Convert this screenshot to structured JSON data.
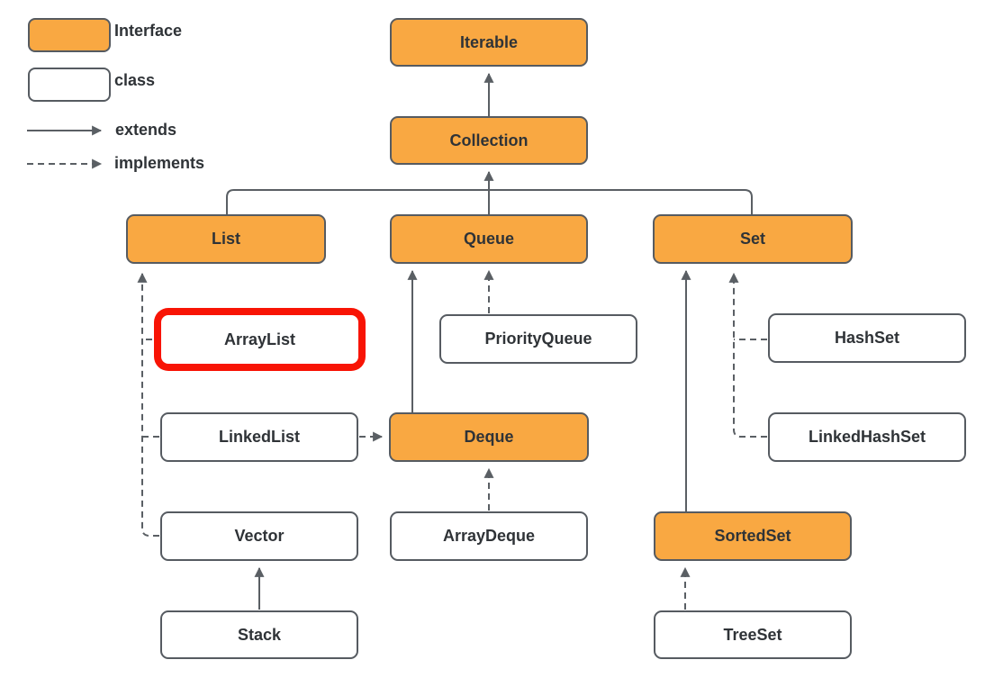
{
  "legend": {
    "interface_label": "Interface",
    "class_label": "class",
    "extends_label": "extends",
    "implements_label": "implements"
  },
  "colors": {
    "interface_fill": "#F9A842",
    "class_fill": "#FFFFFF",
    "border": "#565B61",
    "connector": "#5A5F64",
    "text": "#2F3337",
    "highlight": "#F81405",
    "bg": "#FFFFFF"
  },
  "nodes": {
    "iterable": {
      "label": "Iterable",
      "type": "interface",
      "highlighted": false
    },
    "collection": {
      "label": "Collection",
      "type": "interface",
      "highlighted": false
    },
    "list": {
      "label": "List",
      "type": "interface",
      "highlighted": false
    },
    "queue": {
      "label": "Queue",
      "type": "interface",
      "highlighted": false
    },
    "set": {
      "label": "Set",
      "type": "interface",
      "highlighted": false
    },
    "arraylist": {
      "label": "ArrayList",
      "type": "class",
      "highlighted": true
    },
    "priorityqueue": {
      "label": "PriorityQueue",
      "type": "class",
      "highlighted": false
    },
    "hashset": {
      "label": "HashSet",
      "type": "class",
      "highlighted": false
    },
    "linkedlist": {
      "label": "LinkedList",
      "type": "class",
      "highlighted": false
    },
    "deque": {
      "label": "Deque",
      "type": "interface",
      "highlighted": false
    },
    "linkedhashset": {
      "label": "LinkedHashSet",
      "type": "class",
      "highlighted": false
    },
    "vector": {
      "label": "Vector",
      "type": "class",
      "highlighted": false
    },
    "arraydeque": {
      "label": "ArrayDeque",
      "type": "class",
      "highlighted": false
    },
    "sortedset": {
      "label": "SortedSet",
      "type": "interface",
      "highlighted": false
    },
    "stack": {
      "label": "Stack",
      "type": "class",
      "highlighted": false
    },
    "treeset": {
      "label": "TreeSet",
      "type": "class",
      "highlighted": false
    }
  },
  "edges": [
    {
      "from": "Collection",
      "to": "Iterable",
      "type": "extends"
    },
    {
      "from": "List",
      "to": "Collection",
      "type": "extends"
    },
    {
      "from": "Queue",
      "to": "Collection",
      "type": "extends"
    },
    {
      "from": "Set",
      "to": "Collection",
      "type": "extends"
    },
    {
      "from": "ArrayList",
      "to": "List",
      "type": "implements"
    },
    {
      "from": "LinkedList",
      "to": "List",
      "type": "implements"
    },
    {
      "from": "Vector",
      "to": "List",
      "type": "implements"
    },
    {
      "from": "Stack",
      "to": "Vector",
      "type": "extends"
    },
    {
      "from": "LinkedList",
      "to": "Deque",
      "type": "implements"
    },
    {
      "from": "Deque",
      "to": "Queue",
      "type": "extends"
    },
    {
      "from": "PriorityQueue",
      "to": "Queue",
      "type": "implements"
    },
    {
      "from": "ArrayDeque",
      "to": "Deque",
      "type": "implements"
    },
    {
      "from": "HashSet",
      "to": "Set",
      "type": "implements"
    },
    {
      "from": "LinkedHashSet",
      "to": "Set",
      "type": "implements"
    },
    {
      "from": "SortedSet",
      "to": "Set",
      "type": "extends"
    },
    {
      "from": "TreeSet",
      "to": "SortedSet",
      "type": "implements"
    }
  ]
}
